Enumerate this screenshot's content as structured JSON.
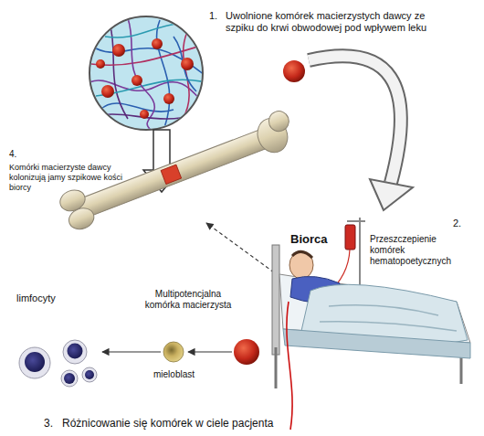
{
  "diagram": {
    "labels": [
      "1.",
      "Uwolnione komórek macierzystych dawcy ze szpiku do krwi obwodowej pod wpływem leku",
      "4.",
      "Komórki macierzyste dawcy kolonizują jamy szpikowe kości biorcy",
      "2.",
      "Biorca",
      "Przeszczepienie komórek hematopoetycznych",
      "limfocyty",
      "Multipotencjalna komórka macierzysta",
      "mieloblast",
      "3.",
      "Różnicowanie się komórek w ciele pacjenta"
    ]
  }
}
